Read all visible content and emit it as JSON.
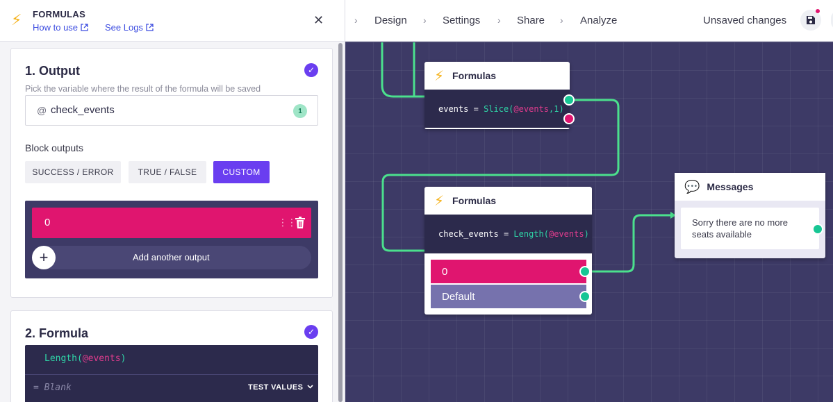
{
  "panel": {
    "title": "FORMULAS",
    "links": {
      "how_to_use": "How to use",
      "see_logs": "See Logs"
    },
    "close_glyph": "✕",
    "output_card": {
      "title": "1. Output",
      "hint": "Pick the variable where the result of the formula will be saved",
      "variable": {
        "prefix": "@",
        "name": "check_events",
        "count": "1"
      },
      "block_outputs_label": "Block outputs",
      "modes": [
        "SUCCESS / ERROR",
        "TRUE / FALSE",
        "CUSTOM"
      ],
      "active_mode": "CUSTOM",
      "outputs": [
        {
          "label": "0"
        }
      ],
      "add_output_label": "Add another output",
      "add_glyph": "+"
    },
    "formula_card": {
      "title": "2. Formula",
      "code_fn": "Length(",
      "code_var": "@events",
      "code_close": ")",
      "eq_text": "= Blank",
      "test_values_label": "TEST VALUES"
    }
  },
  "topbar": {
    "nav": [
      "›",
      "Design",
      "›",
      "Settings",
      "›",
      "Share",
      "›",
      "Analyze"
    ],
    "unsaved_label": "Unsaved changes"
  },
  "canvas": {
    "node1": {
      "title": "Formulas",
      "lhs": "events",
      "op": "=",
      "fn": "Slice(",
      "var": "@events",
      "args": ",1)"
    },
    "node2": {
      "title": "Formulas",
      "lhs": "check_events",
      "op": "=",
      "fn": "Length(",
      "var": "@events",
      "args": ")",
      "outputs": [
        {
          "label": "0",
          "color": "#e0156f"
        },
        {
          "label": "Default",
          "color": "#7672ad"
        }
      ]
    },
    "messages": {
      "title": "Messages",
      "text": "Sorry there are no more seats available"
    }
  },
  "colors": {
    "accent": "#6a3ef0",
    "pink": "#e0156f",
    "green": "#17c694",
    "canvas": "#3d3a66"
  },
  "icons": [
    "bolt-icon",
    "external-link-icon",
    "close-icon",
    "check-icon",
    "drag-handle-icon",
    "trash-icon",
    "plus-icon",
    "chevron-down-icon",
    "save-icon",
    "chat-bubble-icon"
  ]
}
